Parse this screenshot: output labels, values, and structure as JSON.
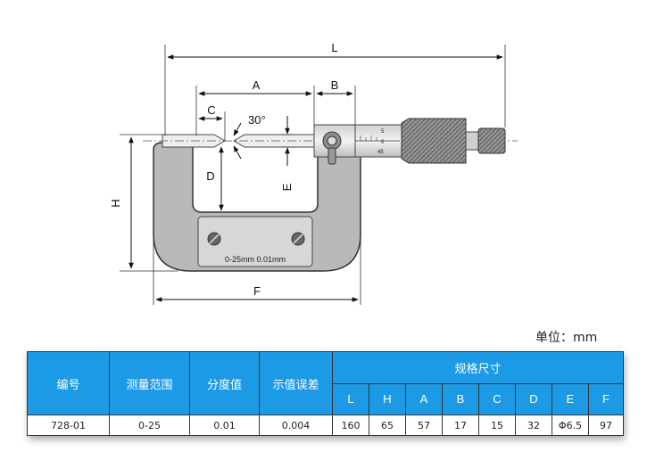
{
  "diagram": {
    "dimension_labels": {
      "L": "L",
      "A": "A",
      "B": "B",
      "C": "C",
      "D": "D",
      "E": "E",
      "H": "H",
      "F": "F"
    },
    "angle_label": "30°",
    "frame_engraving": "0-25mm  0.01mm",
    "scale_marks": [
      "5",
      "0",
      "45"
    ]
  },
  "unit_label": "单位：mm",
  "table": {
    "headers": {
      "code": "编号",
      "range": "测量范围",
      "resolution": "分度值",
      "error": "示值误差",
      "spec_group": "规格尺寸"
    },
    "spec_columns": [
      "L",
      "H",
      "A",
      "B",
      "C",
      "D",
      "E",
      "F"
    ],
    "row": {
      "code": "728-01",
      "range": "0-25",
      "resolution": "0.01",
      "error": "0.004",
      "specs": [
        "160",
        "65",
        "57",
        "17",
        "15",
        "32",
        "Φ6.5",
        "97"
      ]
    }
  },
  "colors": {
    "header_bg": "#1d9ae6",
    "frame_fill": "#b9b9b9",
    "frame_stroke": "#333333"
  }
}
